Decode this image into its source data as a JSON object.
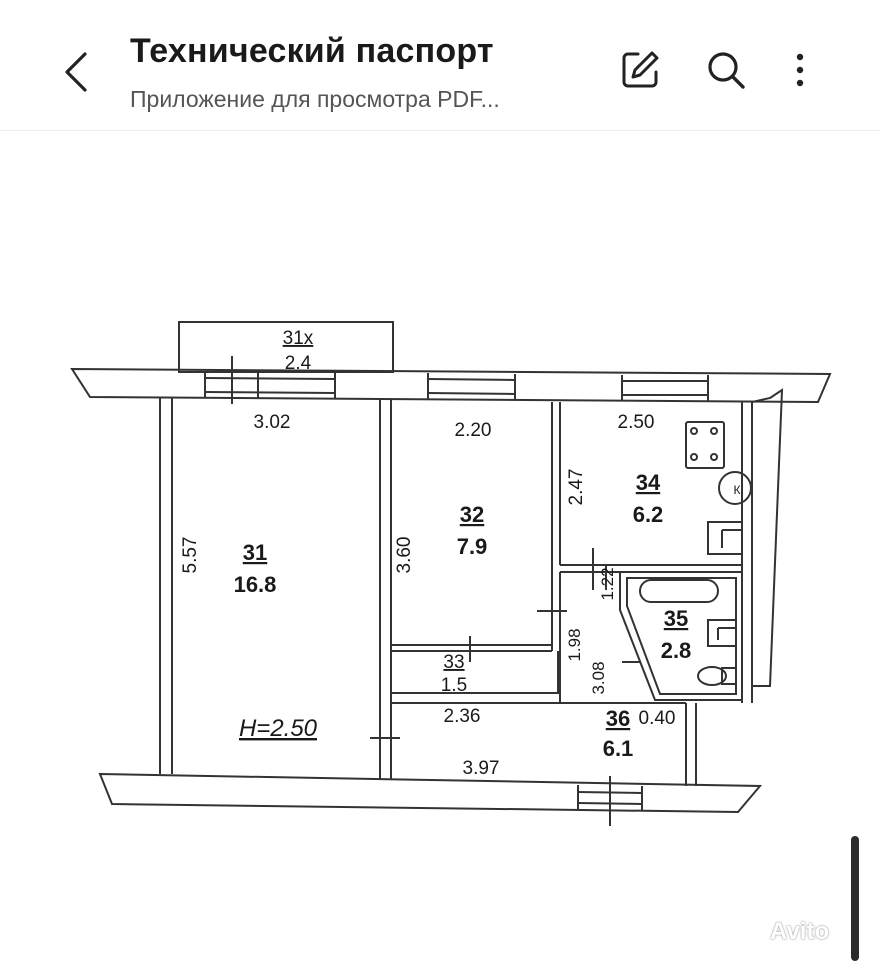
{
  "header": {
    "title": "Технический паспорт",
    "subtitle": "Приложение для просмотра PDF..."
  },
  "plan": {
    "balcony": {
      "number": "31x",
      "area": "2.4"
    },
    "rooms": [
      {
        "number": "31",
        "area": "16.8"
      },
      {
        "number": "32",
        "area": "7.9"
      },
      {
        "number": "33",
        "area": "1.5"
      },
      {
        "number": "34",
        "area": "6.2"
      },
      {
        "number": "35",
        "area": "2.8"
      },
      {
        "number": "36",
        "area": "6.1"
      }
    ],
    "dimensions": [
      "3.02",
      "2.20",
      "2.50",
      "5.57",
      "3.60",
      "2.47",
      "1.22",
      "1.98",
      "3.08",
      "2.36",
      "0.40",
      "3.97"
    ],
    "ceiling_height": "H=2.50",
    "stove_symbol": "К"
  },
  "watermark": "Avito",
  "colors": {
    "text": "#1a1a1a",
    "line": "#333333",
    "muted": "#555555"
  }
}
